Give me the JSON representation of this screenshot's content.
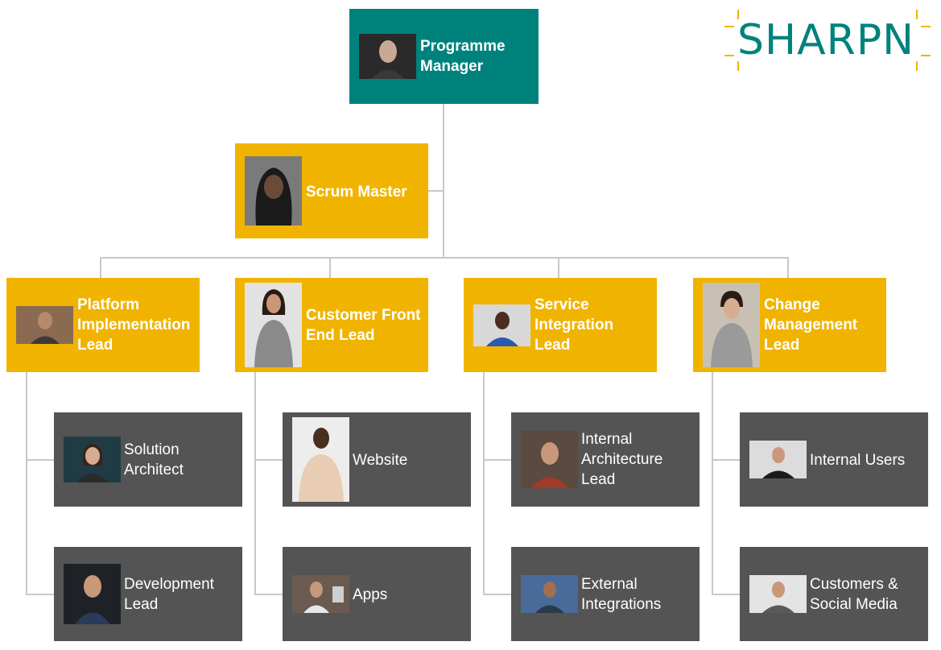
{
  "logo": {
    "text": "SHARPN",
    "text_color": "#00827c",
    "accent_color": "#f0b400"
  },
  "colors": {
    "teal": "#00827c",
    "gold": "#f0b400",
    "grey": "#545454",
    "connector": "#c8c8c8"
  },
  "top": {
    "label": "Programme\nManager"
  },
  "scrum": {
    "label": "Scrum Master"
  },
  "leads": [
    {
      "label": "Platform\nImplementation\nLead"
    },
    {
      "label": "Customer Front\nEnd Lead"
    },
    {
      "label": "Service\nIntegration\nLead"
    },
    {
      "label": "Change\nManagement\nLead"
    }
  ],
  "teams": [
    [
      {
        "label": "Solution\nArchitect"
      },
      {
        "label": "Development\nLead"
      }
    ],
    [
      {
        "label": "Website"
      },
      {
        "label": "Apps"
      }
    ],
    [
      {
        "label": "Internal\nArchitecture\nLead"
      },
      {
        "label": "External\nIntegrations"
      }
    ],
    [
      {
        "label": "Internal Users"
      },
      {
        "label": "Customers &\nSocial Media"
      }
    ]
  ]
}
